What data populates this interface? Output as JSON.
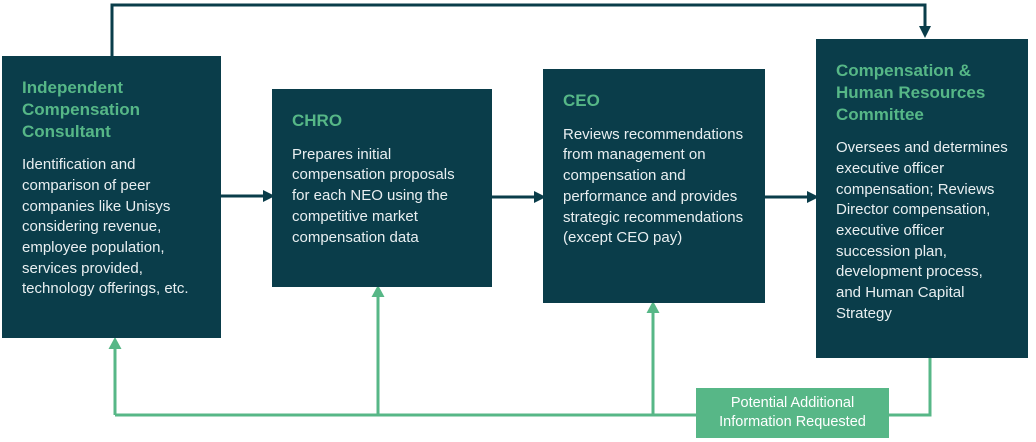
{
  "diagram": {
    "description": "Executive compensation decision process flowchart"
  },
  "colors": {
    "box_fill": "#0a3d4a",
    "heading_green": "#56b787",
    "body_text": "#e9eff1",
    "feedback_green": "#57b787",
    "background": "#ffffff"
  },
  "boxes": [
    {
      "title": "Independent Compensation Consultant",
      "body": "Identification and comparison of peer companies like Unisys considering revenue, employee population, services provided, technology offerings, etc."
    },
    {
      "title": "CHRO",
      "body": "Prepares initial compensation proposals for each NEO using the competitive market compensation data"
    },
    {
      "title": "CEO",
      "body": "Reviews recommendations from management on compensation and performance and provides strategic recommendations (except CEO pay)"
    },
    {
      "title": "Compensation & Human Resources Committee",
      "body": "Oversees and determines executive officer compensation; Reviews Director compensation, executive officer succession plan, development process, and Human Capital Strategy"
    }
  ],
  "feedback_label": {
    "line1": "Potential Additional",
    "line2": "Information Requested"
  }
}
